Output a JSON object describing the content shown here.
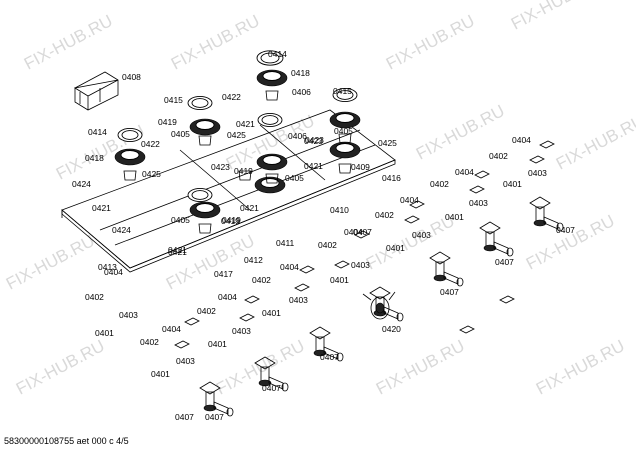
{
  "watermark": {
    "text": "FIX-HUB.RU"
  },
  "footer": {
    "text": "58300000108755 aet 000 c 4/5"
  },
  "part_labels": [
    "0408",
    "0414",
    "0418",
    "0422",
    "0406",
    "0415",
    "0415",
    "0419",
    "0421",
    "0425",
    "0405",
    "0414",
    "0418",
    "0422",
    "0406",
    "0405",
    "0419",
    "0425",
    "0423",
    "0421",
    "0423",
    "0421",
    "0425",
    "0424",
    "0421",
    "0416",
    "0424",
    "0419",
    "0405",
    "0410",
    "0409",
    "0413",
    "0421",
    "0417",
    "0412",
    "0411",
    "0405",
    "0421",
    "0419",
    "0423",
    "0404",
    "0402",
    "0401",
    "0403",
    "0407",
    "0404",
    "0402",
    "0401",
    "0403",
    "0407",
    "0404",
    "0402",
    "0401",
    "0403",
    "0407",
    "0404",
    "0402",
    "0401",
    "0403",
    "0407",
    "0404",
    "0402",
    "0401",
    "0403",
    "0420",
    "0404",
    "0402",
    "0401",
    "0403",
    "0407",
    "0404",
    "0402",
    "0401",
    "0403",
    "0407",
    "0404",
    "0402",
    "0401",
    "0403",
    "0407",
    "0407"
  ]
}
